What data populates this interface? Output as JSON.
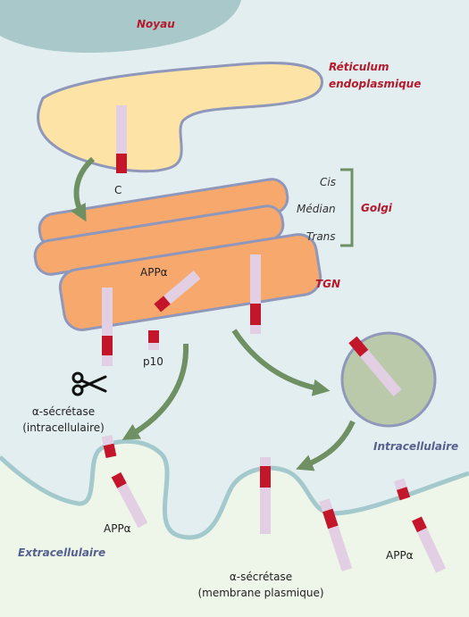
{
  "colors": {
    "cytoplasm": "#e3eef0",
    "nucleus": "#a9c8c9",
    "extracellular": "#eef5e9",
    "membrane": "#a3c9cd",
    "er_fill": "#fde3a6",
    "er_stroke": "#8f98bb",
    "golgi_fill": "#f7a86d",
    "golgi_stroke": "#8f98bb",
    "vesicle_fill": "#b9c9a9",
    "arrow": "#6f9063",
    "app_body": "#e2cfe3",
    "app_cterm": "#c4162b",
    "label_red": "#b5192b",
    "label_blue": "#55608f"
  },
  "labels": {
    "noyau": "Noyau",
    "reticulum_line1": "Réticulum",
    "reticulum_line2": "endoplasmique",
    "c_terminal": "C",
    "cis": "Cis",
    "median": "Médian",
    "trans": "Trans",
    "golgi": "Golgi",
    "tgn": "TGN",
    "app_alpha_golgi": "APPα",
    "p10": "p10",
    "alpha_secretase_intra_line1": "α-sécrétase",
    "alpha_secretase_intra_line2": "(intracellulaire)",
    "intracellulaire": "Intracellulaire",
    "extracellulaire": "Extracellulaire",
    "app_alpha_left": "APPα",
    "app_alpha_right": "APPα",
    "alpha_secretase_membrane_line1": "α-sécrétase",
    "alpha_secretase_membrane_line2": "(membrane plasmique)"
  },
  "icons": {
    "scissors": "scissors-icon"
  }
}
